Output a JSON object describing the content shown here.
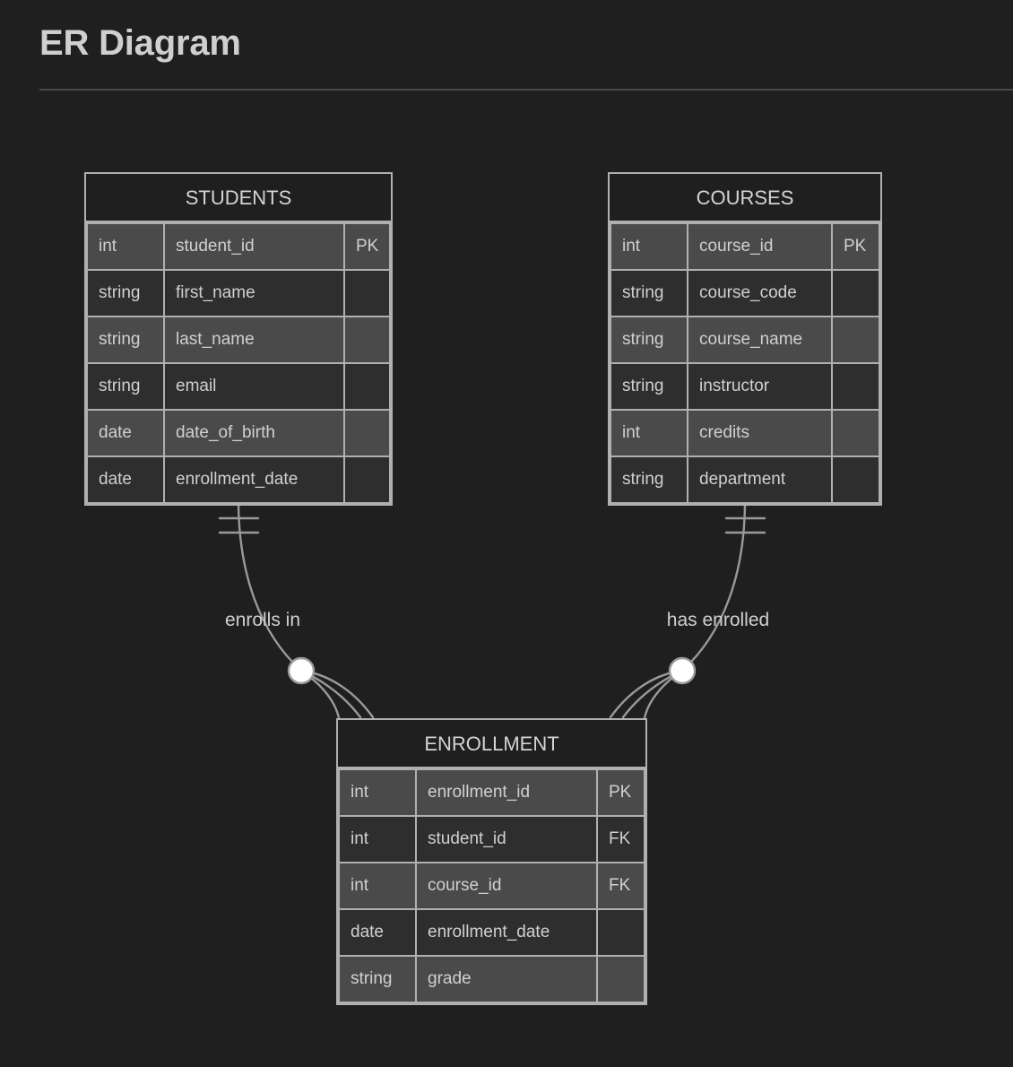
{
  "header": {
    "title": "ER Diagram"
  },
  "diagram": {
    "type": "er-diagram",
    "notation": "crows-foot",
    "entities": [
      {
        "id": "students",
        "name": "STUDENTS",
        "attributes": [
          {
            "type": "int",
            "name": "student_id",
            "key": "PK"
          },
          {
            "type": "string",
            "name": "first_name",
            "key": ""
          },
          {
            "type": "string",
            "name": "last_name",
            "key": ""
          },
          {
            "type": "string",
            "name": "email",
            "key": ""
          },
          {
            "type": "date",
            "name": "date_of_birth",
            "key": ""
          },
          {
            "type": "date",
            "name": "enrollment_date",
            "key": ""
          }
        ]
      },
      {
        "id": "courses",
        "name": "COURSES",
        "attributes": [
          {
            "type": "int",
            "name": "course_id",
            "key": "PK"
          },
          {
            "type": "string",
            "name": "course_code",
            "key": ""
          },
          {
            "type": "string",
            "name": "course_name",
            "key": ""
          },
          {
            "type": "string",
            "name": "instructor",
            "key": ""
          },
          {
            "type": "int",
            "name": "credits",
            "key": ""
          },
          {
            "type": "string",
            "name": "department",
            "key": ""
          }
        ]
      },
      {
        "id": "enrollment",
        "name": "ENROLLMENT",
        "attributes": [
          {
            "type": "int",
            "name": "enrollment_id",
            "key": "PK"
          },
          {
            "type": "int",
            "name": "student_id",
            "key": "FK"
          },
          {
            "type": "int",
            "name": "course_id",
            "key": "FK"
          },
          {
            "type": "date",
            "name": "enrollment_date",
            "key": ""
          },
          {
            "type": "string",
            "name": "grade",
            "key": ""
          }
        ]
      }
    ],
    "relationships": [
      {
        "id": "enrolls-in",
        "label": "enrolls in",
        "from": "STUDENTS",
        "to": "ENROLLMENT",
        "from_cardinality": "exactly-one",
        "to_cardinality": "zero-or-more"
      },
      {
        "id": "has-enrolled",
        "label": "has enrolled",
        "from": "COURSES",
        "to": "ENROLLMENT",
        "from_cardinality": "exactly-one",
        "to_cardinality": "zero-or-more"
      }
    ]
  },
  "colors": {
    "background": "#1f1f1f",
    "border": "#b0b0b0",
    "row_light": "#4a4a4a",
    "row_dark": "#2e2e2e",
    "text": "#d0d0d0",
    "title_text": "#cfcfcf",
    "edge": "#9a9a9a",
    "marker_fill": "#ffffff"
  }
}
